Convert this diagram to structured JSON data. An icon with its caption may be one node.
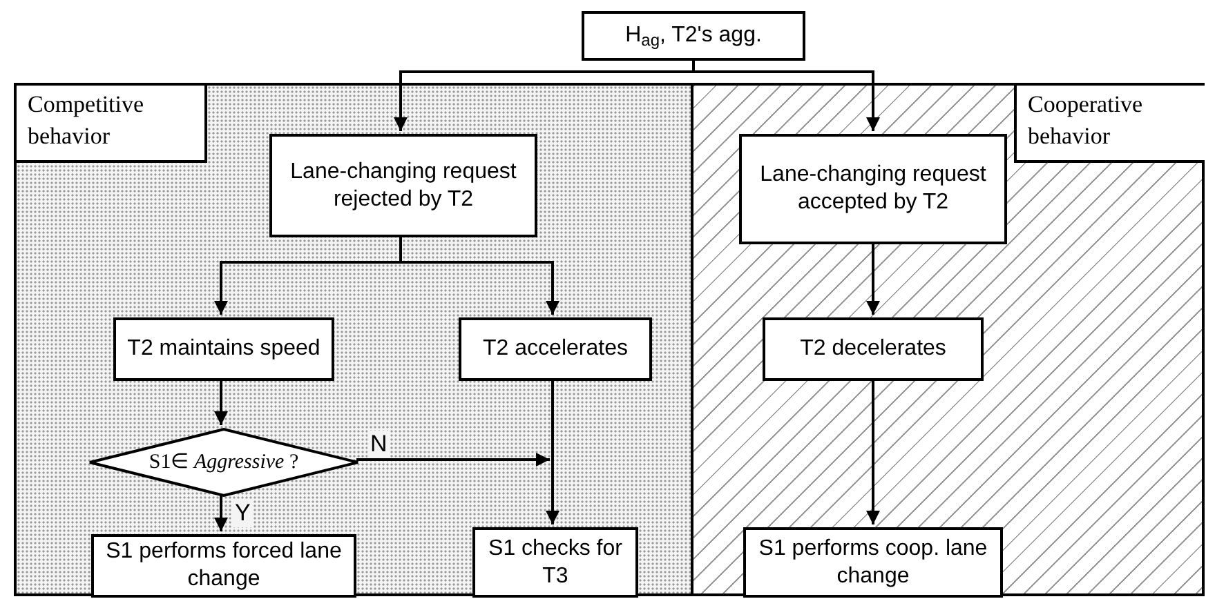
{
  "diagram": {
    "nodes": [
      {
        "text": [
          "H$_{ag}$, T2's agg."
        ]
      },
      {
        "text": [],
        "shape": "box"
      },
      {
        "text": [],
        "shape": "box"
      },
      {
        "text": [
          "Lane-changing request rejected by T2"
        ],
        "in": 1
      },
      {
        "text": [
          "Lane-changing request accepted by T2"
        ],
        "in": 2
      },
      {
        "text": [
          "T2 maintains speed"
        ],
        "in": 1
      },
      {
        "text": [
          "T2 accelerates"
        ],
        "in": 1
      },
      {
        "text": [
          "S1∈ *Aggressive* ?"
        ],
        "in": 1
      },
      {
        "text": [
          "S1 performs forced lane change"
        ],
        "in": 1
      },
      {
        "text": [
          "S1 checks for T3"
        ],
        "in": 1
      },
      {
        "text": [
          "T2 decelerates"
        ],
        "in": 2
      },
      {
        "text": [
          "S1 performs coop. lane change"
        ],
        "in": 2
      },
      {
        "text": [
          "Competitive behavior"
        ],
        "in": 1
      },
      {
        "text": [
          "Cooperative behavior"
        ],
        "in": 2
      }
    ],
    "edges": [
      {
        "from": 0,
        "to": 3,
        "arrow": "to"
      },
      {
        "from": 0,
        "to": 4,
        "arrow": "to"
      },
      {
        "from": 3,
        "to": 5,
        "arrow": "to"
      },
      {
        "from": 3,
        "to": 6,
        "arrow": "to"
      },
      {
        "from": 5,
        "to": 7,
        "arrow": "to"
      },
      {
        "from": 7,
        "to": 8,
        "arrow": "to",
        "label": "Y"
      },
      {
        "from": 7,
        "to": null,
        "arrow": "to",
        "label": "N"
      },
      {
        "from": 6,
        "to": 9,
        "arrow": "to"
      },
      {
        "from": 4,
        "to": 10,
        "arrow": "to"
      },
      {
        "from": 10,
        "to": 11,
        "arrow": "to"
      }
    ]
  }
}
